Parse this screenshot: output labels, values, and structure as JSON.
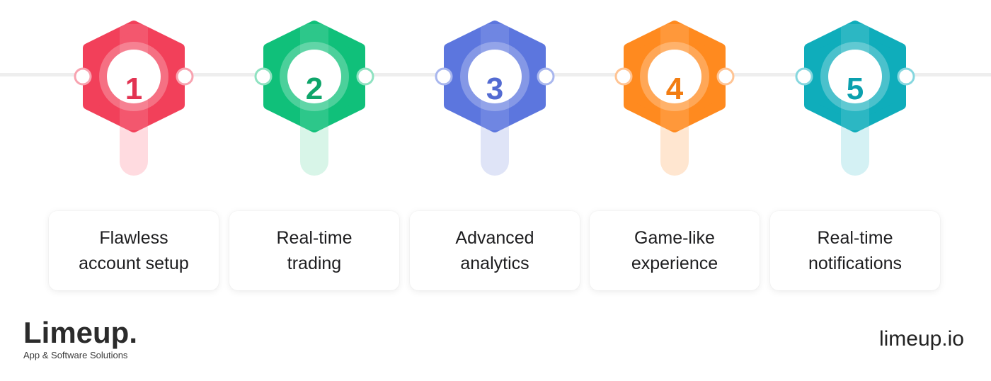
{
  "steps": [
    {
      "number": "1",
      "label": "Flawless account setup",
      "color": "#f2405a",
      "light": "#ffdbe0",
      "ring": "#f8a3b0",
      "text": "#e23352"
    },
    {
      "number": "2",
      "label": "Real-time trading",
      "color": "#10c07a",
      "light": "#d8f5e8",
      "ring": "#8fe2c1",
      "text": "#0ea56a"
    },
    {
      "number": "3",
      "label": "Advanced analytics",
      "color": "#5c76de",
      "light": "#dfe4f7",
      "ring": "#a9b7ee",
      "text": "#536bd2"
    },
    {
      "number": "4",
      "label": "Game-like experience",
      "color": "#ff8a1f",
      "light": "#ffe6d0",
      "ring": "#ffc494",
      "text": "#f27d12"
    },
    {
      "number": "5",
      "label": "Real-time notifications",
      "color": "#0fadbb",
      "light": "#d4f1f4",
      "ring": "#86d7df",
      "text": "#0aa0ae"
    }
  ],
  "brand": {
    "name": "Limeup.",
    "tagline": "App & Software Solutions",
    "website": "limeup.io"
  }
}
